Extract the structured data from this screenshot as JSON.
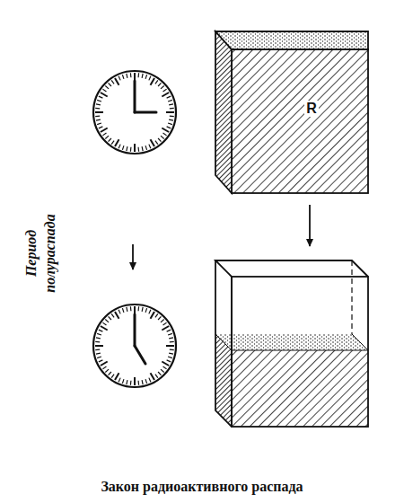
{
  "diagram": {
    "caption": "Закон радиоактивного распада",
    "nodes": [
      {
        "text": [
          "R"
        ]
      }
    ],
    "labels": [
      "Период полураспада"
    ]
  }
}
